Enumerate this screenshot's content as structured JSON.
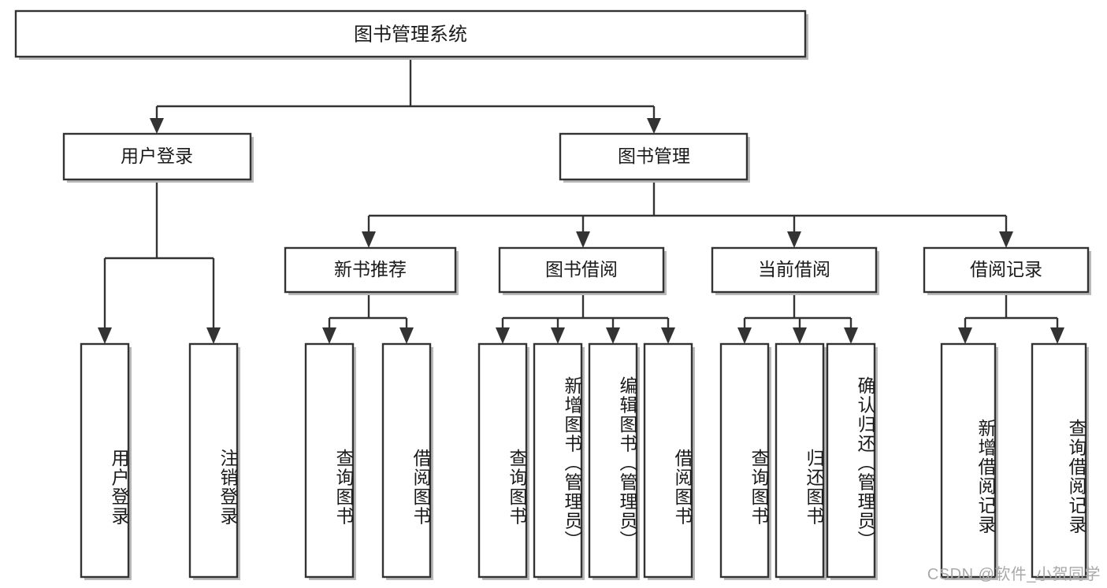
{
  "diagram": {
    "type": "tree-hierarchy",
    "title": "图书管理系统",
    "watermark": "CSDN @软件_小贺同学",
    "colors": {
      "box_stroke": "#333333",
      "box_fill": "#ffffff",
      "shadow": "#b9b9b9",
      "text": "#1a1a1a",
      "watermark": "#a9a9a9",
      "background": "#ffffff"
    },
    "levels": {
      "root": {
        "label": "图书管理系统"
      },
      "level2": [
        {
          "id": "user-login",
          "label": "用户登录"
        },
        {
          "id": "book-management",
          "label": "图书管理"
        }
      ],
      "level3": [
        {
          "id": "new-book-recommend",
          "label": "新书推荐",
          "parent": "book-management"
        },
        {
          "id": "book-borrow",
          "label": "图书借阅",
          "parent": "book-management"
        },
        {
          "id": "current-borrow",
          "label": "当前借阅",
          "parent": "book-management"
        },
        {
          "id": "borrow-record",
          "label": "借阅记录",
          "parent": "book-management"
        }
      ],
      "leaves": [
        {
          "id": "leaf-user-login",
          "label": "用户登录",
          "parent": "user-login"
        },
        {
          "id": "leaf-logout-login",
          "label": "注销登录",
          "parent": "user-login"
        },
        {
          "id": "leaf-query-book-1",
          "label": "查询图书",
          "parent": "new-book-recommend"
        },
        {
          "id": "leaf-borrow-book-1",
          "label": "借阅图书",
          "parent": "new-book-recommend"
        },
        {
          "id": "leaf-query-book-2",
          "label": "查询图书",
          "parent": "book-borrow"
        },
        {
          "id": "leaf-add-book",
          "label": "新增图书（管理员）",
          "parent": "book-borrow"
        },
        {
          "id": "leaf-edit-book",
          "label": "编辑图书（管理员）",
          "parent": "book-borrow"
        },
        {
          "id": "leaf-borrow-book-2",
          "label": "借阅图书",
          "parent": "book-borrow"
        },
        {
          "id": "leaf-query-book-3",
          "label": "查询图书",
          "parent": "current-borrow"
        },
        {
          "id": "leaf-return-book",
          "label": "归还图书",
          "parent": "current-borrow"
        },
        {
          "id": "leaf-confirm-return",
          "label": "确认归还（管理员）",
          "parent": "current-borrow"
        },
        {
          "id": "leaf-add-record",
          "label": "新增借阅记录",
          "parent": "borrow-record"
        },
        {
          "id": "leaf-query-record",
          "label": "查询借阅记录",
          "parent": "borrow-record"
        }
      ]
    }
  }
}
